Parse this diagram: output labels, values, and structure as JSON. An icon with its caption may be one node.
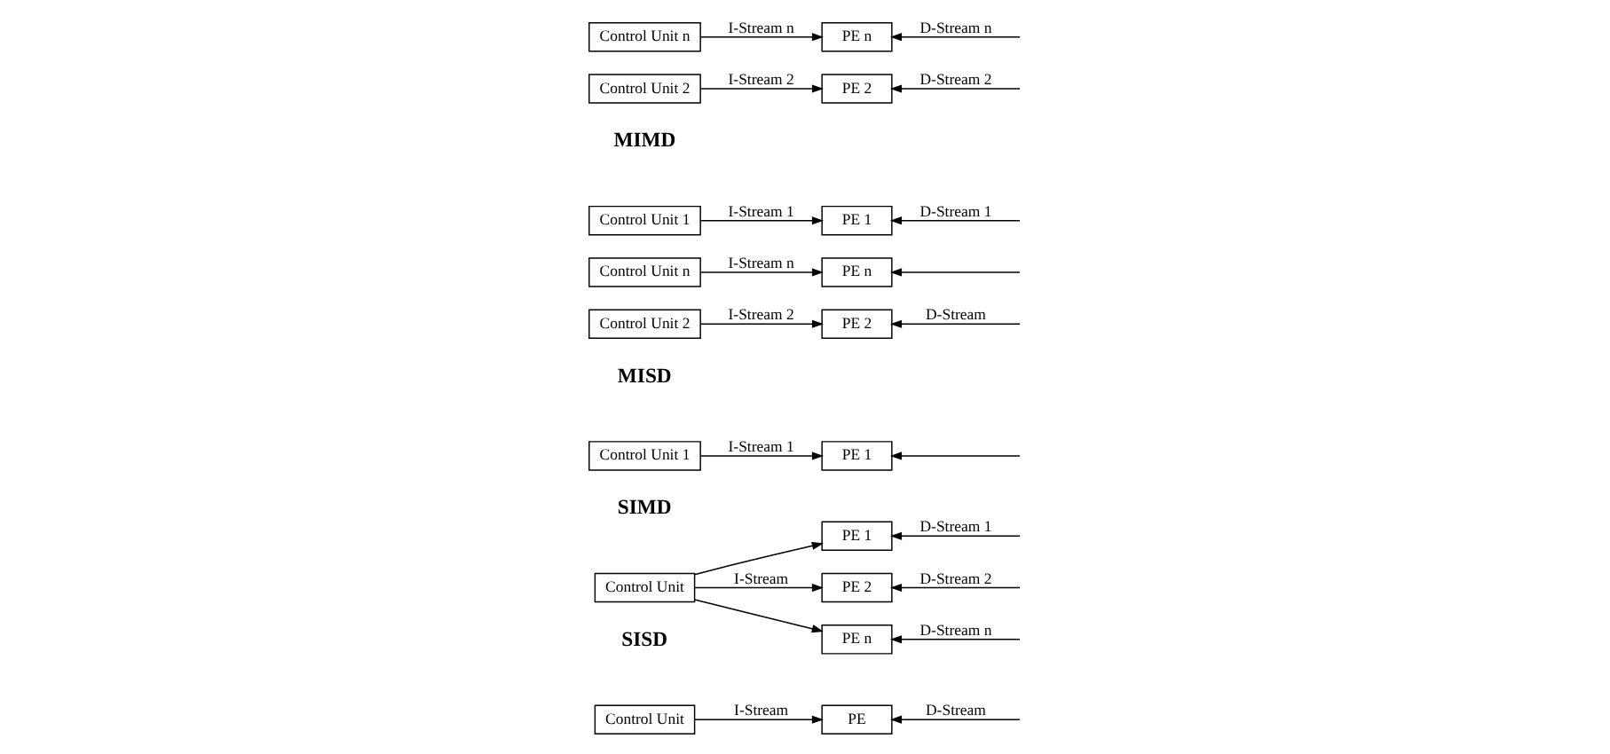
{
  "diagram": {
    "nodes": [
      {
        "text": [
          "Control Unit"
        ]
      },
      {
        "text": [
          "PE"
        ]
      },
      {
        "text": [
          "Control Unit"
        ]
      },
      {
        "text": [
          "PE 1"
        ]
      },
      {
        "text": [
          "PE 2"
        ]
      },
      {
        "text": [
          "PE n"
        ]
      },
      {
        "text": [
          "Control Unit 1"
        ]
      },
      {
        "text": [
          "Control Unit 2"
        ]
      },
      {
        "text": [
          "Control Unit n"
        ]
      },
      {
        "text": [
          "PE 1"
        ]
      },
      {
        "text": [
          "PE 2"
        ]
      },
      {
        "text": [
          "PE n"
        ]
      },
      {
        "text": [
          "Control Unit 1"
        ]
      },
      {
        "text": [
          "Control Unit 2"
        ]
      },
      {
        "text": [
          "Control Unit n"
        ]
      },
      {
        "text": [
          "PE 1"
        ]
      },
      {
        "text": [
          "PE 2"
        ]
      },
      {
        "text": [
          "PE n"
        ]
      }
    ],
    "edges": [
      {
        "from": 0,
        "to": 1,
        "arrow": "to",
        "label": "I-Stream"
      },
      {
        "from": null,
        "to": 1,
        "arrow": "to",
        "label": "D-Stream"
      },
      {
        "from": 2,
        "to": 3,
        "arrow": "to"
      },
      {
        "from": 2,
        "to": 4,
        "arrow": "to",
        "label": "I-Stream"
      },
      {
        "from": 2,
        "to": 5,
        "arrow": "to"
      },
      {
        "from": null,
        "to": 3,
        "arrow": "to",
        "label": "D-Stream 1"
      },
      {
        "from": null,
        "to": 4,
        "arrow": "to",
        "label": "D-Stream 2"
      },
      {
        "from": null,
        "to": 5,
        "arrow": "to",
        "label": "D-Stream n"
      },
      {
        "from": 6,
        "to": 9,
        "arrow": "to",
        "label": "I-Stream 1"
      },
      {
        "from": 7,
        "to": 10,
        "arrow": "to",
        "label": "I-Stream 2"
      },
      {
        "from": 8,
        "to": 11,
        "arrow": "to",
        "label": "I-Stream n"
      },
      {
        "from": null,
        "to": 9,
        "arrow": "to"
      },
      {
        "from": null,
        "to": 10,
        "arrow": "to",
        "label": "D-Stream"
      },
      {
        "from": null,
        "to": 11,
        "arrow": "to"
      },
      {
        "from": 12,
        "to": 15,
        "arrow": "to",
        "label": "I-Stream 1"
      },
      {
        "from": 13,
        "to": 16,
        "arrow": "to",
        "label": "I-Stream 2"
      },
      {
        "from": 14,
        "to": 17,
        "arrow": "to",
        "label": "I-Stream n"
      },
      {
        "from": null,
        "to": 15,
        "arrow": "to",
        "label": "D-Stream 1"
      },
      {
        "from": null,
        "to": 16,
        "arrow": "to",
        "label": "D-Stream 2"
      },
      {
        "from": null,
        "to": 17,
        "arrow": "to",
        "label": "D-Stream n"
      }
    ],
    "labels": [
      "SISD",
      "SIMD",
      "MISD",
      "MIMD"
    ]
  }
}
